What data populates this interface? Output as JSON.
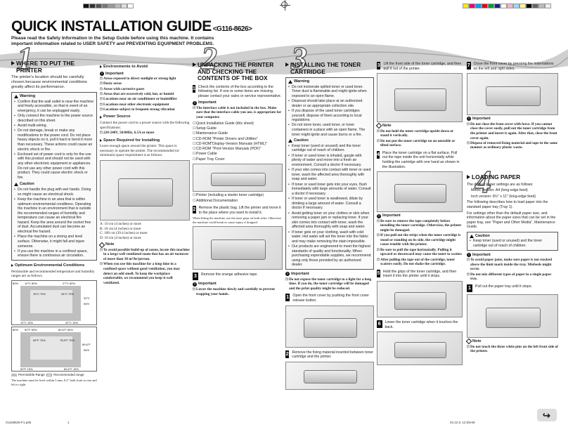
{
  "header": {
    "title": "QUICK INSTALLATION GUIDE",
    "code": "<G116-8626>",
    "subtitle": "Please read the Safety Information in the Setup Guide before using this machine. It contains important information related to USER SAFETY and PREVENTING EQUIPMENT PROBLEMS."
  },
  "colors": {
    "band": "#cfcfcf",
    "band_dark": "#a9a9a9"
  },
  "sections": {
    "s1": {
      "num": "1",
      "title": "WHERE TO PUT THE PRINTER",
      "intro": "The printer's location should be carefully chosen because environmental conditions greatly affect its performance.",
      "warning_label": "Warning",
      "warnings": [
        "Confirm that the wall outlet is near the machine and freely accessible, so that in event of an emergency, it can be unplugged easily.",
        "Only connect the machine to the power source described on this sheet.",
        "Avoid multi-wiring.",
        "Do not damage, break or make any modifications to the power cord. Do not place heavy objects on it, pull it hard or bend it more than necessary. These actions could cause an electric shock or fire.",
        "Enclosed set of power cord is only for the use with this product and should not be used with any other electronic equipment or appliances. Do not use any other power cord with this product. They could cause electric shock or fire."
      ],
      "caution_label": "Caution",
      "cautions": [
        "Do not handle the plug with wet hands. Doing so might cause an electrical shock.",
        "Keep the machine in an area that is within optimum environmental conditions. Operating the machine in an environment that is outside the recommended ranges of humidity and temperature can cause an electrical fire hazard. Keep the area around the socket free of dust. Accumulated dust can become an electrical fire hazard.",
        "Place the machine on a strong and level surface. Otherwise, it might fall and injure someone.",
        "If you use the machine in a confined space, ensure there is continuous air circulation."
      ],
      "optimum_title": "Optimum Environmental Conditions",
      "optimum_text": "Permissible and recommended temperature and humidity ranges are as follows.",
      "chart1_ticks": [
        "80%",
        "10°C 80%",
        "27°C 80%",
        "15°C 70%",
        "26°C 70%",
        "32°C",
        "54%",
        "10°C 15%",
        "32°C 15%"
      ],
      "chart2_ticks": [
        "80%",
        "50°F 80%",
        "80.6°F 80%",
        "59°F 70%",
        "78.8°F 70%",
        "89.6°F",
        "54%",
        "50°F 15%",
        "89.6°F 15%"
      ],
      "legend_permissible": "Permissible Range",
      "legend_recommended": "Recommended range",
      "footnote": "The machine must be level within 5 mm, 0.2\" both front to rear and left to right."
    },
    "s1b": {
      "env_title": "Environments to Avoid",
      "important_label": "Important",
      "avoid": [
        "Areas exposed to direct sunlight or strong light",
        "Dusty areas",
        "Areas with corrosive gases",
        "Areas that are excessively cold, hot, or humid",
        "Locations near an air conditioner or humidifier",
        "Locations near other electronic equipment",
        "Locations subject to frequent strong vibration"
      ],
      "power_title": "Power Source",
      "power_text": "Connect the power cord to a power source with the following specifications:",
      "power_spec": "220-240V, 50/60Hz, 6.5A or more",
      "space_title": "Space Required for Installing",
      "space_text": "Leave enough space around the printer. This space is necessary to operate the printer. The recommended (or minimum) space requirement is as follows.",
      "space_list": [
        "A: 10 cm (4 inches) or more",
        "B: 10 cm (4 inches) or more",
        "C: 100 cm (39.4 inches) or more",
        "D: 10 cm (4 inches) or more"
      ],
      "note_label": "Note",
      "notes": [
        "To avoid possible build-up of ozone, locate this machine in a large well ventilated room that has an air turnover of more than 30 m³/hr/person.",
        "When you use this machine for a long time in a confined space without good ventilation, you may detect an odd smell. To keep the workplace comfortable, we recommend you keep it well ventilated."
      ]
    },
    "s2": {
      "num": "2",
      "title": "UNPACKING THE PRINTER AND CHECKING THE CONTENTS OF THE BOX",
      "step1": "Check the contents of the box according to the following list. If one or some items are missing, please contact your sales or service representative.",
      "important_label": "Important",
      "important": [
        "The interface cable is not included in the box. Make sure that the interface cable you use, is appropriate for your computer."
      ],
      "contents": [
        "Quick Installation Guide (this sheet)",
        "Setup Guide",
        "Maintenance Guide",
        "CD-ROM \"Printer Drivers and Utilities\"",
        "CD-ROM\"Display-Version Manuals (HTML)\"",
        "CD-ROM \"Print-Version Manuals (PDF)\"",
        "Power Cable",
        "Paper Tray Cover"
      ],
      "contents2": [
        "Printer (including a starter toner cartridge)",
        "Additional Documentation"
      ],
      "step2": "Remove the plastic bag. Lift the printer and move it to the place where you want to install it.",
      "step2_sub": "When lifting the machine, use the inset grips on both sides. Otherwise the machine could break or cause injury if dropped.",
      "step3": "Remove the orange adhesive tape.",
      "important2": [
        "Lower the machine slowly and carefully to prevent trapping your hands."
      ]
    },
    "s3": {
      "num": "3",
      "title": "INSTALLING THE TONER CARTRIDGE",
      "warning_label": "Warning",
      "warnings": [
        "Do not incinerate spilled toner or used toner. Toner dust is flammable and might ignite when exposed to an open flame.",
        "Disposal should take place at an authorized dealer or an appropriate collection site.",
        "If you dispose of the used toner cartridges yourself, dispose of them according to local regulations.",
        "Do not store toner, used toner, or toner containers in a place with an open flame. The toner might ignite and cause burns or a fire."
      ],
      "caution_label": "Caution",
      "cautions": [
        "Keep toner (used or unused) and the toner cartridge out of reach of children.",
        "If toner or used toner is inhaled, gargle with plenty of water and move into a fresh air environment. Consult a doctor if necessary.",
        "If your skin comes into contact with toner or used toner, wash the affected area thoroughly with soap and water.",
        "If toner or used toner gets into your eyes, flush immediately with large amounts of water. Consult a doctor if necessary.",
        "If toner or used toner is swallowed, dilute by drinking a large amount of water. Consult a doctor if necessary.",
        "Avoid getting toner on your clothes or skin when removing a paper jam or replacing toner. If your skin comes into contact with toner, wash the affected area thoroughly with soap and water.",
        "If toner gets on your clothing, wash with cold water. Hot water will set the toner into the fabric and may make removing the stain impossible.",
        "Our products are engineered to meet the highest standards of quality and functionality. When purchasing expendable supplies, we recommend using only those provided by an authorized dealer."
      ],
      "important_label": "Important",
      "important": [
        "Do not expose the toner cartridge to a light for a long time. If you do, the toner cartridge will be damaged and the print quality might be reduced."
      ],
      "step1": "Open the front cover by pushing the front cover release button.",
      "step2": "Remove the fixing material inserted between toner cartridge and the printer.",
      "step3": "Lift the front side of the toner cartridge, and then pull it out of the printer.",
      "note_label": "Note",
      "notes3": [
        "Do not hold the toner cartridge upside down or stand it vertically.",
        "Do not put the toner cartridge on an unstable or tilted surface."
      ],
      "step4": "Place the toner cartridge on a flat surface, Pull out the tape inside the unit horizontally while holding the cartridge with one hand as shown in the illustration.",
      "important4": [
        "Be sure to remove the tape completely before installing the toner cartridge. Otherwise, the printer might be damaged.",
        "If you pull out the strips when the toner cartridge is stood or standing on its side, the cartridge might cause trouble with the printer.",
        "Be sure to pull the tape horizontally. Pulling it upward or downward may cause the toner to scatter.",
        "After pulling the tape out of the cartridge, toner scatters easily. Do not shake the cartridge."
      ],
      "step5": "Hold the grips of the toner cartridge, and then insert it into the printer until it stops.",
      "step6": "Lower the toner cartridge when it touches the back.",
      "step7": "Close the front cover by pressing the indentations on the left and right sides.",
      "important7": [
        "Do not close the front cover with force. If you cannot close the cover easily, pull out the toner cartridge from the printer and insert it again. After that, close the front cover again.",
        "Dispose of removed fixing material and tape in the same manner as ordinary plastic waste."
      ]
    },
    "s4": {
      "num": "4",
      "title": "LOADING PAPER",
      "text1": "The default paper settings are as follows:",
      "metric": "Metric version: A4 (long-edge feed)",
      "inch": "Inch version: 8½\" x 11\" (long-edge feed)",
      "text2": "The following describes how to load paper into the standard paper tray (Tray 1).",
      "text3": "For settings other than the default paper size, and information about the paper sizes that can be set in the paper tray, see \"Paper and Other Media\", Maintenance Guide.",
      "caution_label": "Caution",
      "cautions": [
        "Keep toner (used or unused) and the toner cartridge out of reach of children."
      ],
      "important_label": "Important",
      "important": [
        "To avoid paper jams, make sure paper is not stacked above the limit mark inside the tray. Misfeeds might occur.",
        "Do not mix different types of paper in a single paper tray."
      ],
      "step1": "Pull out the paper tray until it stops.",
      "note_label": "Note",
      "notes": [
        "Do not touch the three white pins on the left front side of the printer."
      ]
    }
  },
  "footer": {
    "left": "G1168626-F1.p65",
    "center": "1",
    "right": "04.12.9, 12:25AM"
  }
}
